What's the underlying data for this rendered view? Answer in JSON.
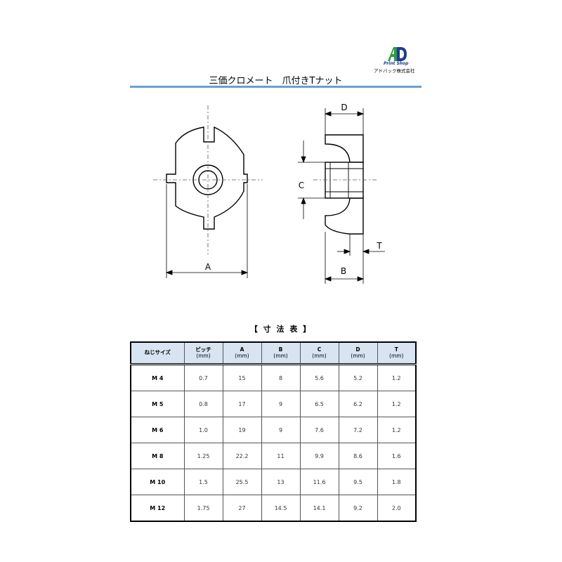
{
  "logo": {
    "mark": "AD",
    "tagline": "Print Shop",
    "company": "アドバック株式会社"
  },
  "title": "三価クロメート　爪付きTナット",
  "drawing": {
    "labels": {
      "A": "A",
      "B": "B",
      "C": "C",
      "D": "D",
      "T": "T"
    }
  },
  "table_heading": "【 寸 法 表 】",
  "table": {
    "headers": [
      {
        "label": "ねじサイズ",
        "unit": ""
      },
      {
        "label": "ピッチ",
        "unit": "(mm)"
      },
      {
        "label": "A",
        "unit": "(mm)"
      },
      {
        "label": "B",
        "unit": "(mm)"
      },
      {
        "label": "C",
        "unit": "(mm)"
      },
      {
        "label": "D",
        "unit": "(mm)"
      },
      {
        "label": "T",
        "unit": "(mm)"
      }
    ],
    "rows": [
      [
        "M 4",
        "0.7",
        "15",
        "8",
        "5.6",
        "5.2",
        "1.2"
      ],
      [
        "M 5",
        "0.8",
        "17",
        "9",
        "6.5",
        "6.2",
        "1.2"
      ],
      [
        "M 6",
        "1.0",
        "19",
        "9",
        "7.6",
        "7.2",
        "1.2"
      ],
      [
        "M 8",
        "1.25",
        "22.2",
        "11",
        "9.9",
        "8.6",
        "1.6"
      ],
      [
        "M 10",
        "1.5",
        "25.5",
        "13",
        "11.6",
        "9.5",
        "1.8"
      ],
      [
        "M 12",
        "1.75",
        "27",
        "14.5",
        "14.1",
        "9.2",
        "2.0"
      ]
    ]
  }
}
